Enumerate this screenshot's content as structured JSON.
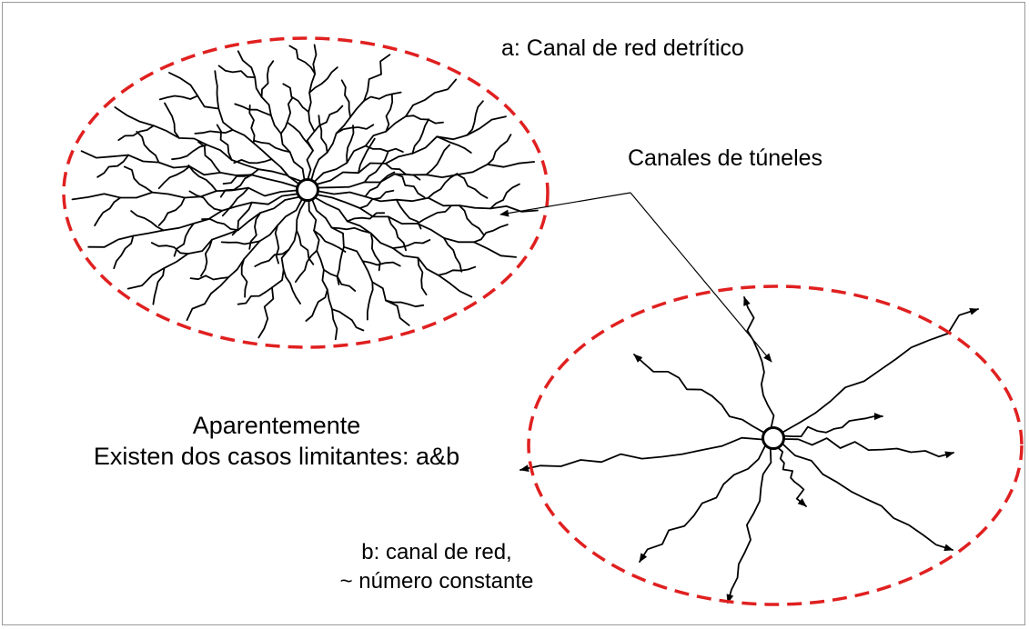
{
  "labels": {
    "case_a": "a: Canal de red detrítico",
    "tunnel_channels": "Canales de túneles",
    "apparent_line1": "Aparentemente",
    "apparent_line2": "Existen dos casos limitantes: a&b",
    "case_b_line1": "b: canal de  red,",
    "case_b_line2": "~ número constante"
  },
  "colors": {
    "boundary": "#e02020",
    "channel": "#000000",
    "frame": "#9a9a9a"
  }
}
